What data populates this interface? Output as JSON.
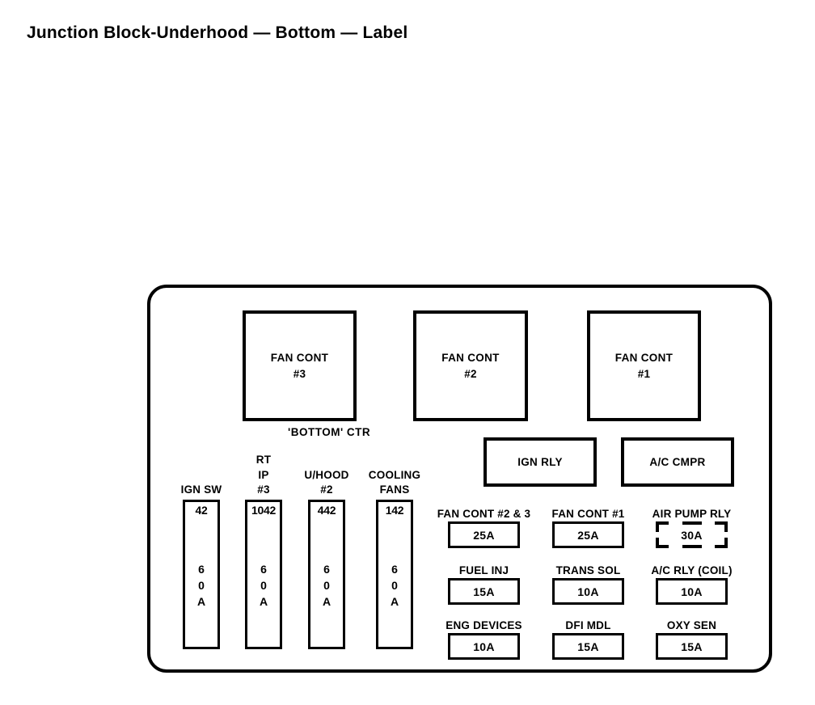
{
  "title": "Junction Block-Underhood — Bottom — Label",
  "panel": {
    "caption_bottom_ctr": "'BOTTOM' CTR"
  },
  "relays_large": [
    {
      "name": "fan-cont-3",
      "line1": "FAN CONT",
      "line2": "#3"
    },
    {
      "name": "fan-cont-2",
      "line1": "FAN CONT",
      "line2": "#2"
    },
    {
      "name": "fan-cont-1",
      "line1": "FAN CONT",
      "line2": "#1"
    }
  ],
  "relays_wide": [
    {
      "name": "ign-rly",
      "label": "IGN RLY"
    },
    {
      "name": "ac-cmpr",
      "label": "A/C CMPR"
    }
  ],
  "maxi_fuses": [
    {
      "name": "ign-sw",
      "caption": "IGN SW",
      "code": "42",
      "rating_digits": [
        "6",
        "0",
        "A"
      ]
    },
    {
      "name": "rt-ip-3",
      "caption": "RT IP\n#3",
      "code": "1042",
      "rating_digits": [
        "6",
        "0",
        "A"
      ]
    },
    {
      "name": "u-hood-2",
      "caption": "U/HOOD\n#2",
      "code": "442",
      "rating_digits": [
        "6",
        "0",
        "A"
      ]
    },
    {
      "name": "cooling-fans",
      "caption": "COOLING\nFANS",
      "code": "142",
      "rating_digits": [
        "6",
        "0",
        "A"
      ]
    }
  ],
  "fuse_grid": [
    {
      "name": "fan-cont-2-and-3",
      "caption": "FAN CONT #2 & 3",
      "amp": "25A",
      "style": "solid"
    },
    {
      "name": "fan-cont-1",
      "caption": "FAN CONT #1",
      "amp": "25A",
      "style": "solid"
    },
    {
      "name": "air-pump-rly",
      "caption": "AIR PUMP RLY",
      "amp": "30A",
      "style": "dashed"
    },
    {
      "name": "fuel-inj",
      "caption": "FUEL INJ",
      "amp": "15A",
      "style": "solid"
    },
    {
      "name": "trans-sol",
      "caption": "TRANS SOL",
      "amp": "10A",
      "style": "solid"
    },
    {
      "name": "ac-rly-coil",
      "caption": "A/C RLY (COIL)",
      "amp": "10A",
      "style": "solid"
    },
    {
      "name": "eng-devices",
      "caption": "ENG DEVICES",
      "amp": "10A",
      "style": "solid"
    },
    {
      "name": "dfi-mdl",
      "caption": "DFI MDL",
      "amp": "15A",
      "style": "solid"
    },
    {
      "name": "oxy-sen",
      "caption": "OXY SEN",
      "amp": "15A",
      "style": "solid"
    }
  ],
  "colors": {
    "ink": "#000000",
    "background": "#ffffff"
  }
}
